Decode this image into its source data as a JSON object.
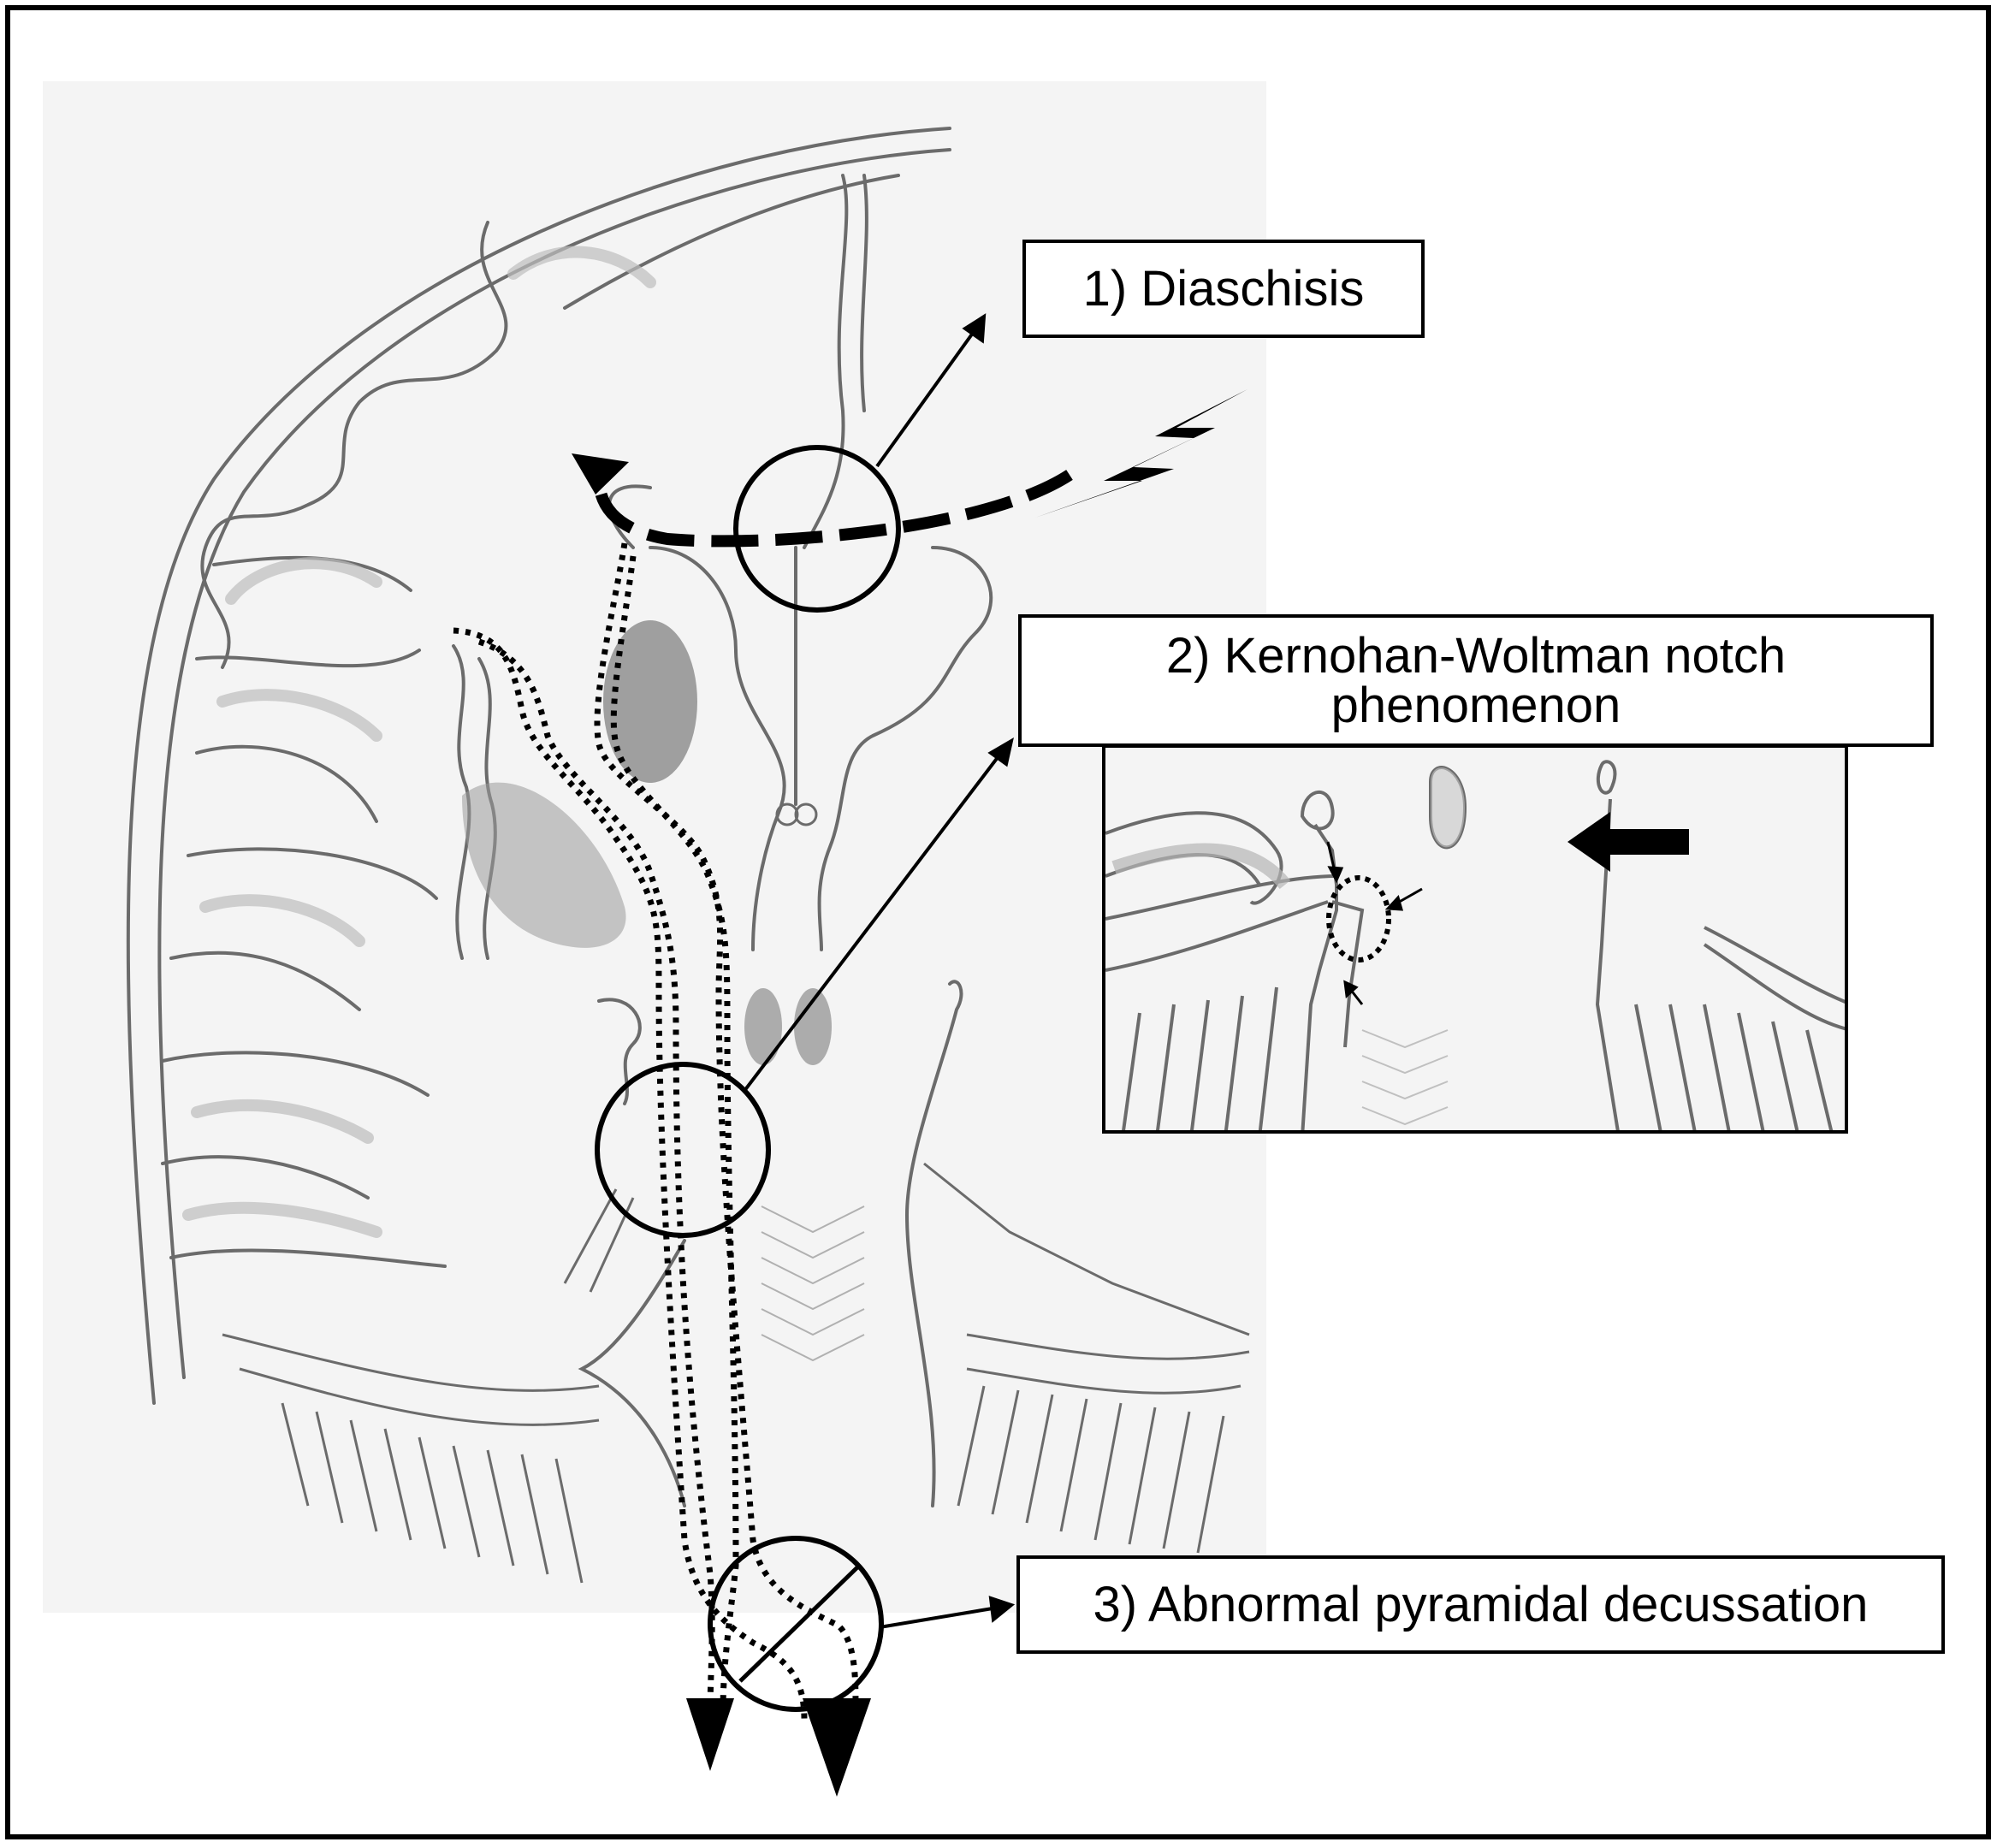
{
  "labels": {
    "diaschisis": "1) Diaschisis",
    "kernohan_line1": "2) Kernohan-Woltman notch",
    "kernohan_line2": "phenomenon",
    "pyramidal": "3) Abnormal pyramidal decussation"
  },
  "colors": {
    "ink": "#000000",
    "sketch": "#6b6b6b",
    "shade": "#9a9a9a",
    "paper": "#f4f4f4"
  },
  "icons": [
    "lightning-bolt-icon",
    "left-arrow-icon",
    "down-arrow-icon"
  ]
}
